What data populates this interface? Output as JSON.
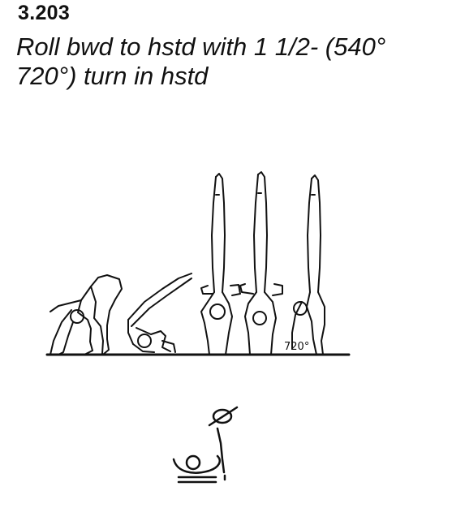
{
  "element": {
    "number": "3.203",
    "description_lines": [
      "Roll bwd to hstd with 1 1/2- (540°",
      "720°) turn in hstd"
    ]
  },
  "figure": {
    "turn_label": "720°"
  },
  "colors": {
    "ink": "#111111",
    "background": "#ffffff"
  }
}
